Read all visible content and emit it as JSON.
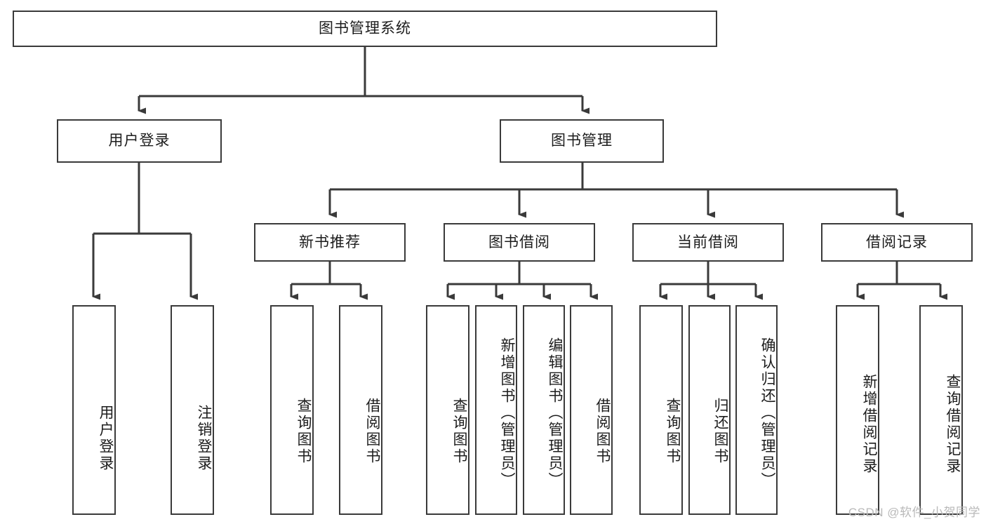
{
  "diagram": {
    "title": "图书管理系统",
    "root": {
      "label": "图书管理系统"
    },
    "level2": [
      {
        "label": "用户登录"
      },
      {
        "label": "图书管理"
      }
    ],
    "level3": [
      {
        "label": "新书推荐"
      },
      {
        "label": "图书借阅"
      },
      {
        "label": "当前借阅"
      },
      {
        "label": "借阅记录"
      }
    ],
    "leaves": {
      "user_login": [
        {
          "label": "用户登录"
        },
        {
          "label": "注销登录"
        }
      ],
      "new_book_recommend": [
        {
          "label": "查询图书"
        },
        {
          "label": "借阅图书"
        }
      ],
      "book_borrow": [
        {
          "label": "查询图书"
        },
        {
          "label": "新增图书（管理员）"
        },
        {
          "label": "编辑图书（管理员）"
        },
        {
          "label": "借阅图书"
        }
      ],
      "current_borrow": [
        {
          "label": "查询图书"
        },
        {
          "label": "归还图书"
        },
        {
          "label": "确认归还（管理员）"
        }
      ],
      "borrow_records": [
        {
          "label": "新增借阅记录"
        },
        {
          "label": "查询借阅记录"
        }
      ]
    },
    "watermark": "CSDN @软件_小贺同学",
    "colors": {
      "stroke": "#3a3a3a",
      "fill": "#ffffff",
      "text": "#1c1c1c",
      "watermark": "#b9b9b9"
    }
  }
}
